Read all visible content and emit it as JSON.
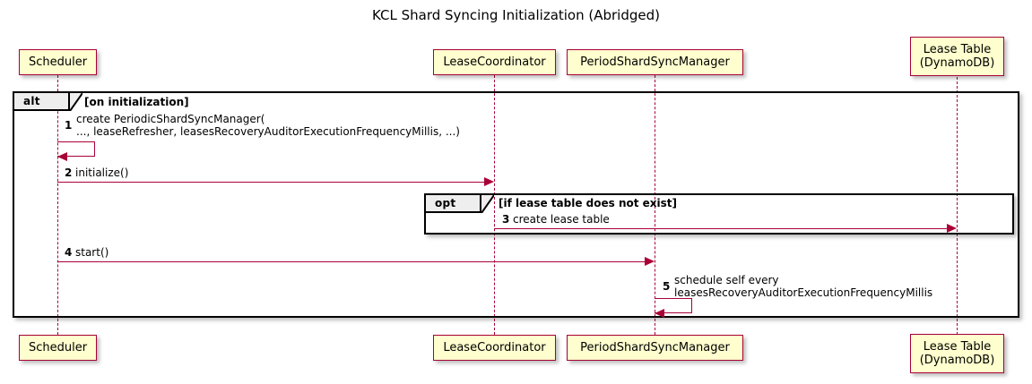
{
  "title": "KCL Shard Syncing Initialization (Abridged)",
  "colors": {
    "participant_fill": "#FEFECE",
    "participant_border": "#A80036",
    "arrow": "#A80036",
    "frame_border": "#000000",
    "frame_label_fill": "#EEEEEE",
    "background": "#FFFFFF"
  },
  "participants": [
    {
      "id": "scheduler",
      "label": "Scheduler"
    },
    {
      "id": "lease_coordinator",
      "label": "LeaseCoordinator"
    },
    {
      "id": "period_shard_sync_manager",
      "label": "PeriodShardSyncManager"
    },
    {
      "id": "lease_table",
      "label": "Lease Table\n(DynamoDB)"
    }
  ],
  "fragments": [
    {
      "id": "alt",
      "operator": "alt",
      "condition": "[on initialization]"
    },
    {
      "id": "opt",
      "operator": "opt",
      "condition": "[if lease table does not exist]"
    }
  ],
  "messages": [
    {
      "seq": "1",
      "from": "scheduler",
      "to": "scheduler",
      "kind": "self",
      "label": "create PeriodicShardSyncManager(\n   ..., leaseRefresher, leasesRecoveryAuditorExecutionFrequencyMillis, ...)"
    },
    {
      "seq": "2",
      "from": "scheduler",
      "to": "lease_coordinator",
      "kind": "sync",
      "label": "initialize()"
    },
    {
      "seq": "3",
      "from": "lease_coordinator",
      "to": "lease_table",
      "kind": "sync",
      "label": "create lease table"
    },
    {
      "seq": "4",
      "from": "scheduler",
      "to": "period_shard_sync_manager",
      "kind": "sync",
      "label": "start()"
    },
    {
      "seq": "5",
      "from": "period_shard_sync_manager",
      "to": "period_shard_sync_manager",
      "kind": "self",
      "label": "schedule self every\n   leasesRecoveryAuditorExecutionFrequencyMillis"
    }
  ]
}
